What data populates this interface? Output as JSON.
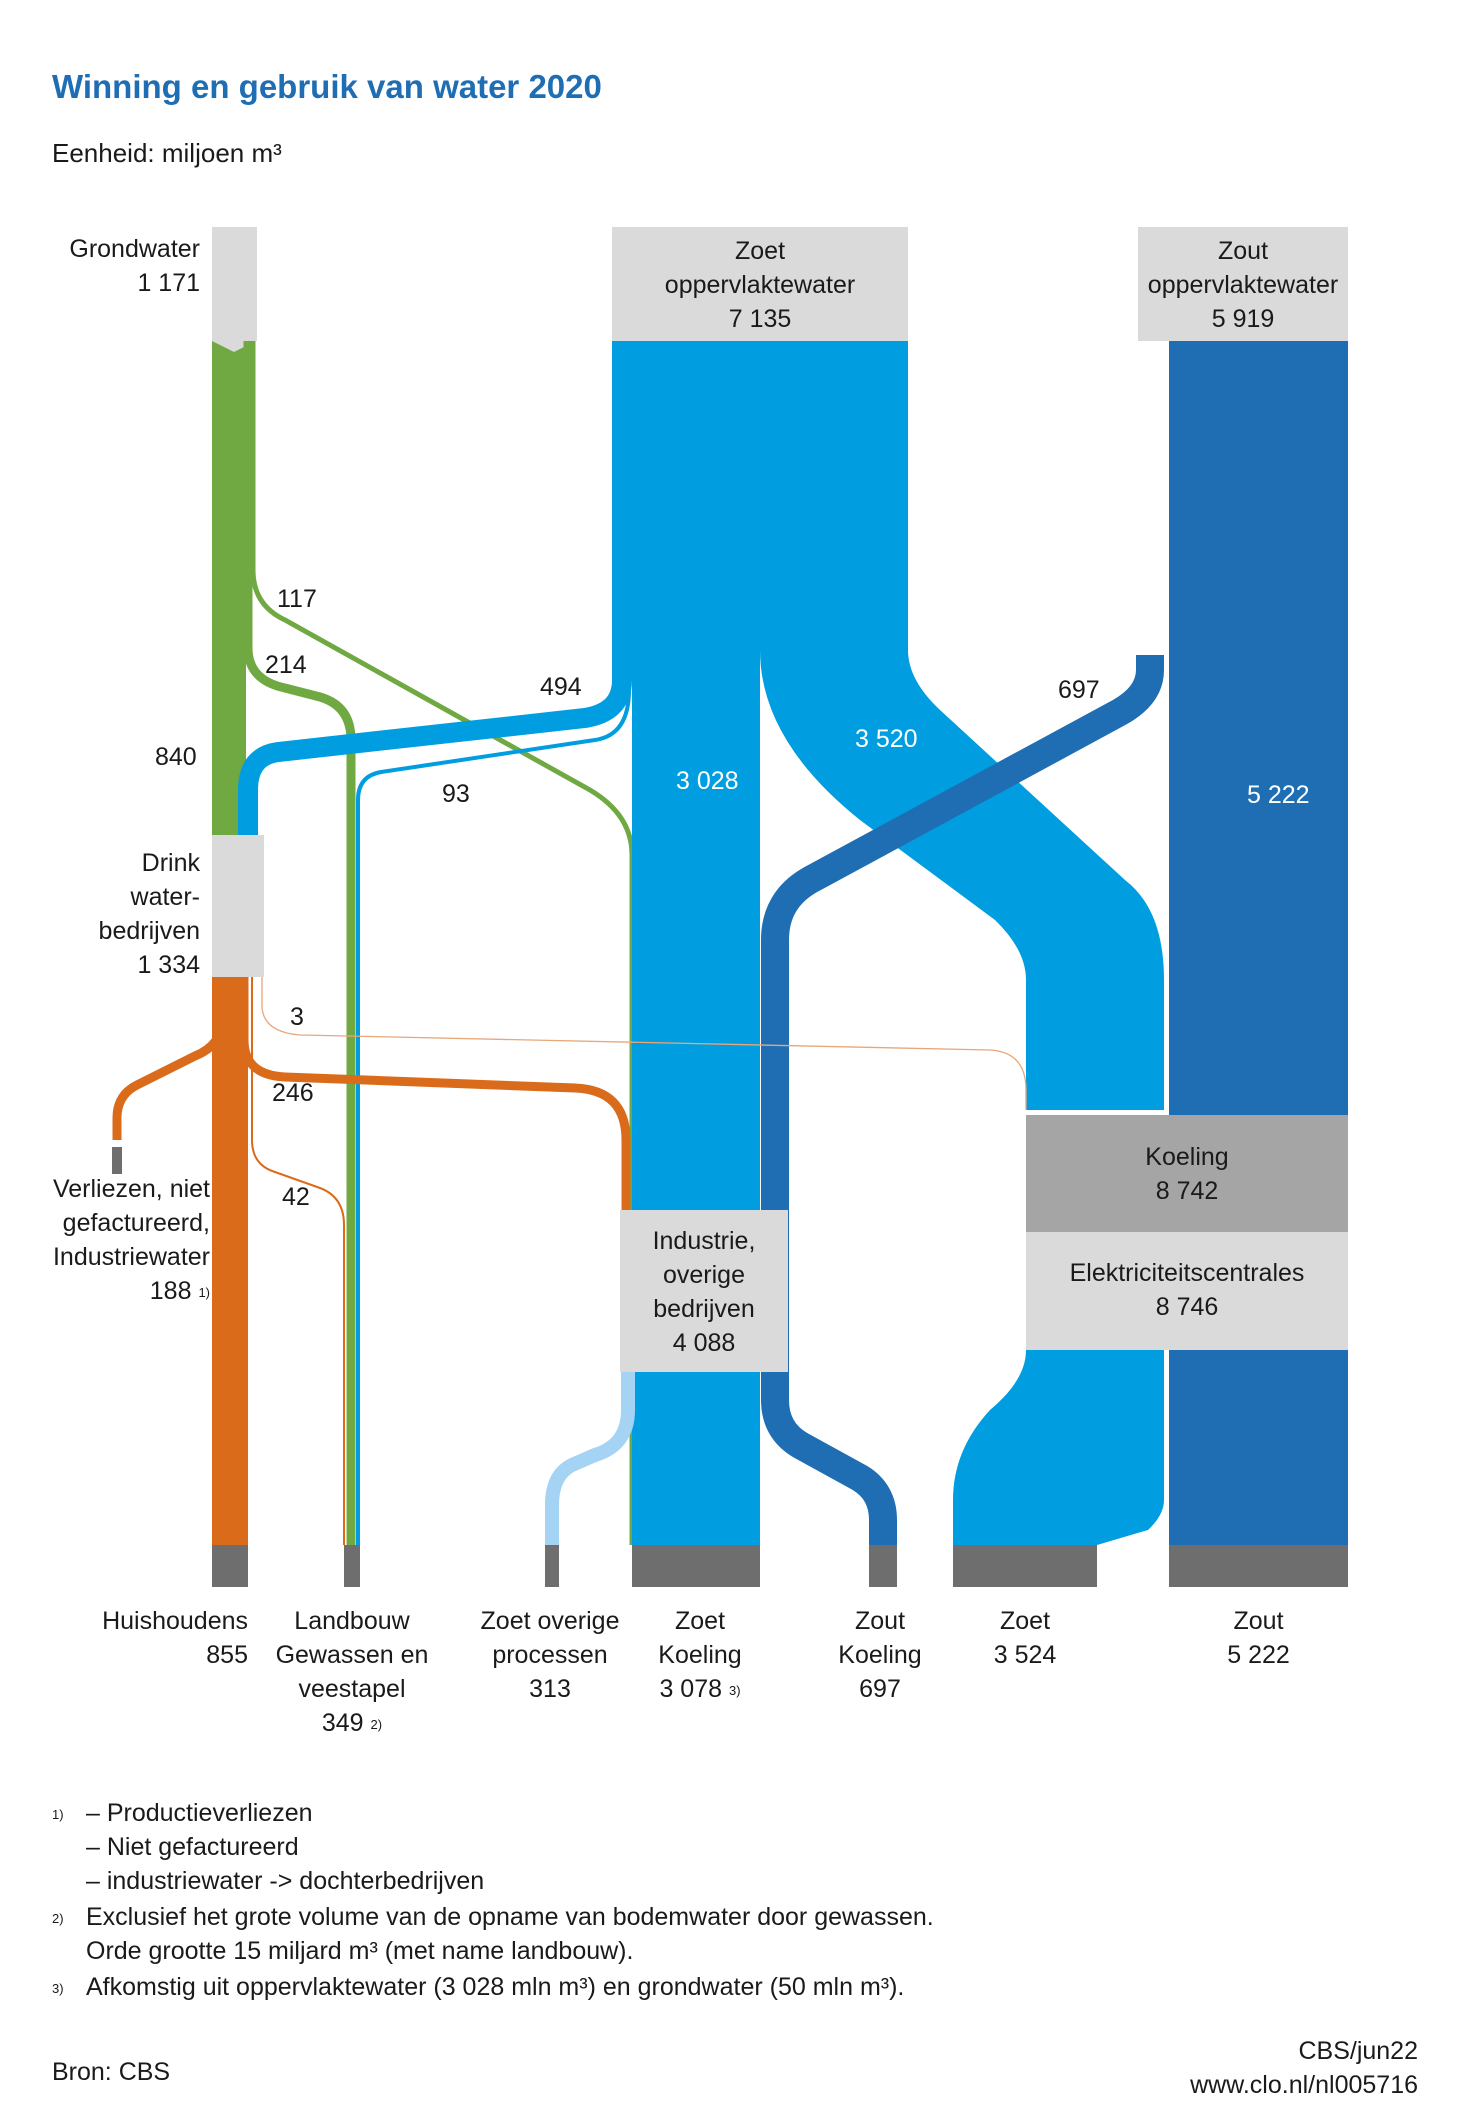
{
  "title": "Winning en gebruik van water 2020",
  "unit": "Eenheid: miljoen m³",
  "sources": {
    "groundwater": {
      "name": "Grondwater",
      "value": "1 171"
    },
    "fresh": {
      "name1": "Zoet",
      "name2": "oppervlaktewater",
      "value": "7 135"
    },
    "salt": {
      "name1": "Zout",
      "name2": "oppervlaktewater",
      "value": "5 919"
    }
  },
  "nodes": {
    "drinkwater": {
      "l1": "Drink",
      "l2": "water-",
      "l3": "bedrijven",
      "value": "1 334"
    },
    "industry": {
      "l1": "Industrie,",
      "l2": "overige",
      "l3": "bedrijven",
      "value": "4 088"
    },
    "cooling": {
      "name": "Koeling",
      "value": "8 742"
    },
    "power": {
      "name": "Elektriciteitscentrales",
      "value": "8 746"
    },
    "losses": {
      "l1": "Verliezen, niet",
      "l2": "gefactureerd,",
      "l3": "Industriewater",
      "value": "188",
      "note": "1)"
    }
  },
  "flows": {
    "gw_drink": "840",
    "gw_agri": "214",
    "gw_industry": "117",
    "fresh_drink": "494",
    "fresh_agri": "93",
    "fresh_cool_industry": "3 028",
    "fresh_power": "3 520",
    "salt_cool": "697",
    "salt_power": "5 222",
    "drink_power": "3",
    "drink_industry": "246",
    "drink_agri": "42"
  },
  "destinations": {
    "households": {
      "l1": "Huishoudens",
      "value": "855"
    },
    "agriculture": {
      "l1": "Landbouw",
      "l2": "Gewassen en",
      "l3": "veestapel",
      "value": "349",
      "note": "2)"
    },
    "other": {
      "l1": "Zoet overige",
      "l2": "processen",
      "value": "313"
    },
    "fresh_cool": {
      "l1": "Zoet",
      "l2": "Koeling",
      "value": "3 078",
      "note": "3)"
    },
    "salt_cool": {
      "l1": "Zout",
      "l2": "Koeling",
      "value": "697"
    },
    "fresh_power": {
      "l1": "Zoet",
      "value": "3 524"
    },
    "salt_power": {
      "l1": "Zout",
      "value": "5 222"
    }
  },
  "footnotes": {
    "n1_mark": "1)",
    "n1_a": "– Productieverliezen",
    "n1_b": "– Niet gefactureerd",
    "n1_c": "– industriewater -> dochterbedrijven",
    "n2_mark": "2)",
    "n2_a": "Exclusief het grote volume van de opname van bodemwater door gewassen.",
    "n2_b": "Orde grootte 15 miljard m³ (met name landbouw).",
    "n3_mark": "3)",
    "n3_a": "Afkomstig uit oppervlaktewater (3 028 mln m³) en grondwater (50 mln m³)."
  },
  "source_line": "Bron: CBS",
  "credit1": "CBS/jun22",
  "credit2": "www.clo.nl/nl005716",
  "colors": {
    "groundwater": "#70a842",
    "fresh": "#009ee0",
    "salt": "#1f6eb4",
    "drinkwater": "#d96b1b",
    "other": "#a5d3f3",
    "node": "#dadada",
    "node_dark": "#a5a5a5",
    "sink": "#6e6e6e",
    "title": "#1f6eb4"
  }
}
